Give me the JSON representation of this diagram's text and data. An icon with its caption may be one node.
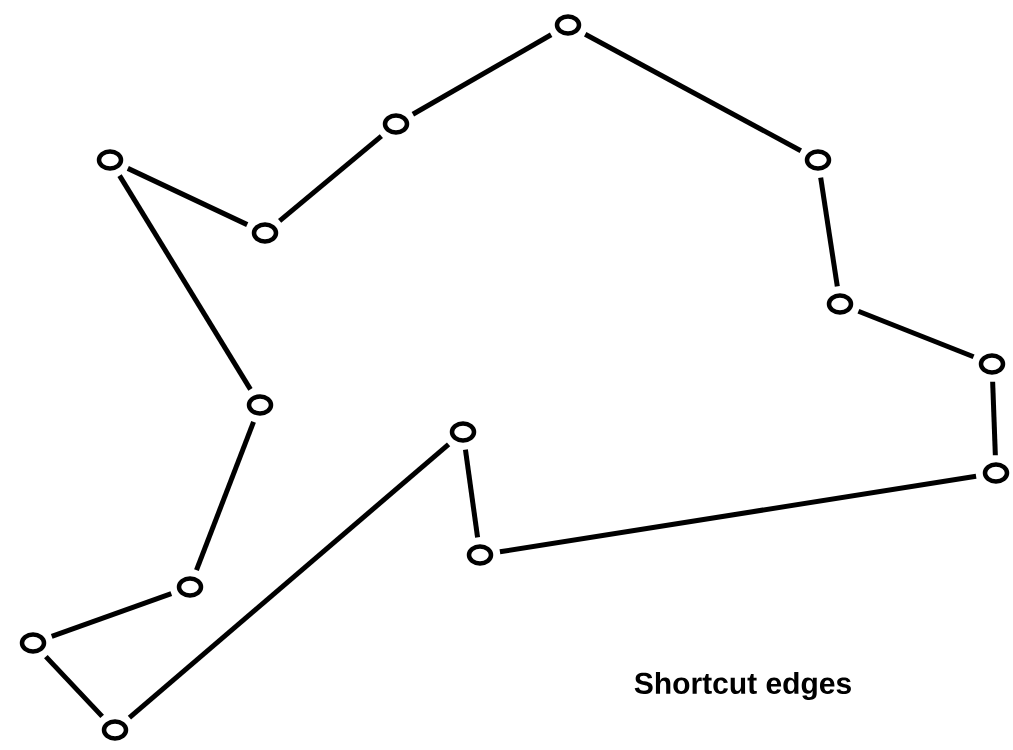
{
  "diagram": {
    "nodes": [
      {
        "text": [],
        "shape": "circle"
      },
      {
        "text": [],
        "shape": "circle"
      },
      {
        "text": [],
        "shape": "circle"
      },
      {
        "text": [],
        "shape": "circle"
      },
      {
        "text": [],
        "shape": "circle"
      },
      {
        "text": [],
        "shape": "circle"
      },
      {
        "text": [],
        "shape": "circle"
      },
      {
        "text": [],
        "shape": "circle"
      },
      {
        "text": [],
        "shape": "circle"
      },
      {
        "text": [],
        "shape": "circle"
      },
      {
        "text": [],
        "shape": "circle"
      },
      {
        "text": [],
        "shape": "circle"
      },
      {
        "text": [],
        "shape": "circle"
      },
      {
        "text": [],
        "shape": "circle"
      }
    ],
    "edges": [
      {
        "from": 0,
        "to": 1,
        "arrow": "none"
      },
      {
        "from": 0,
        "to": 3,
        "arrow": "none"
      },
      {
        "from": 1,
        "to": 4,
        "arrow": "none"
      },
      {
        "from": 2,
        "to": 4,
        "arrow": "none"
      },
      {
        "from": 2,
        "to": 7,
        "arrow": "none"
      },
      {
        "from": 7,
        "to": 11,
        "arrow": "none"
      },
      {
        "from": 11,
        "to": 12,
        "arrow": "none"
      },
      {
        "from": 12,
        "to": 13,
        "arrow": "none"
      },
      {
        "from": 13,
        "to": 8,
        "arrow": "none"
      },
      {
        "from": 8,
        "to": 10,
        "arrow": "none"
      },
      {
        "from": 10,
        "to": 9,
        "arrow": "none"
      },
      {
        "from": 9,
        "to": 6,
        "arrow": "none"
      },
      {
        "from": 6,
        "to": 5,
        "arrow": "none"
      },
      {
        "from": 5,
        "to": 3,
        "arrow": "none"
      }
    ],
    "labels": [
      "Shortcut edges"
    ]
  }
}
